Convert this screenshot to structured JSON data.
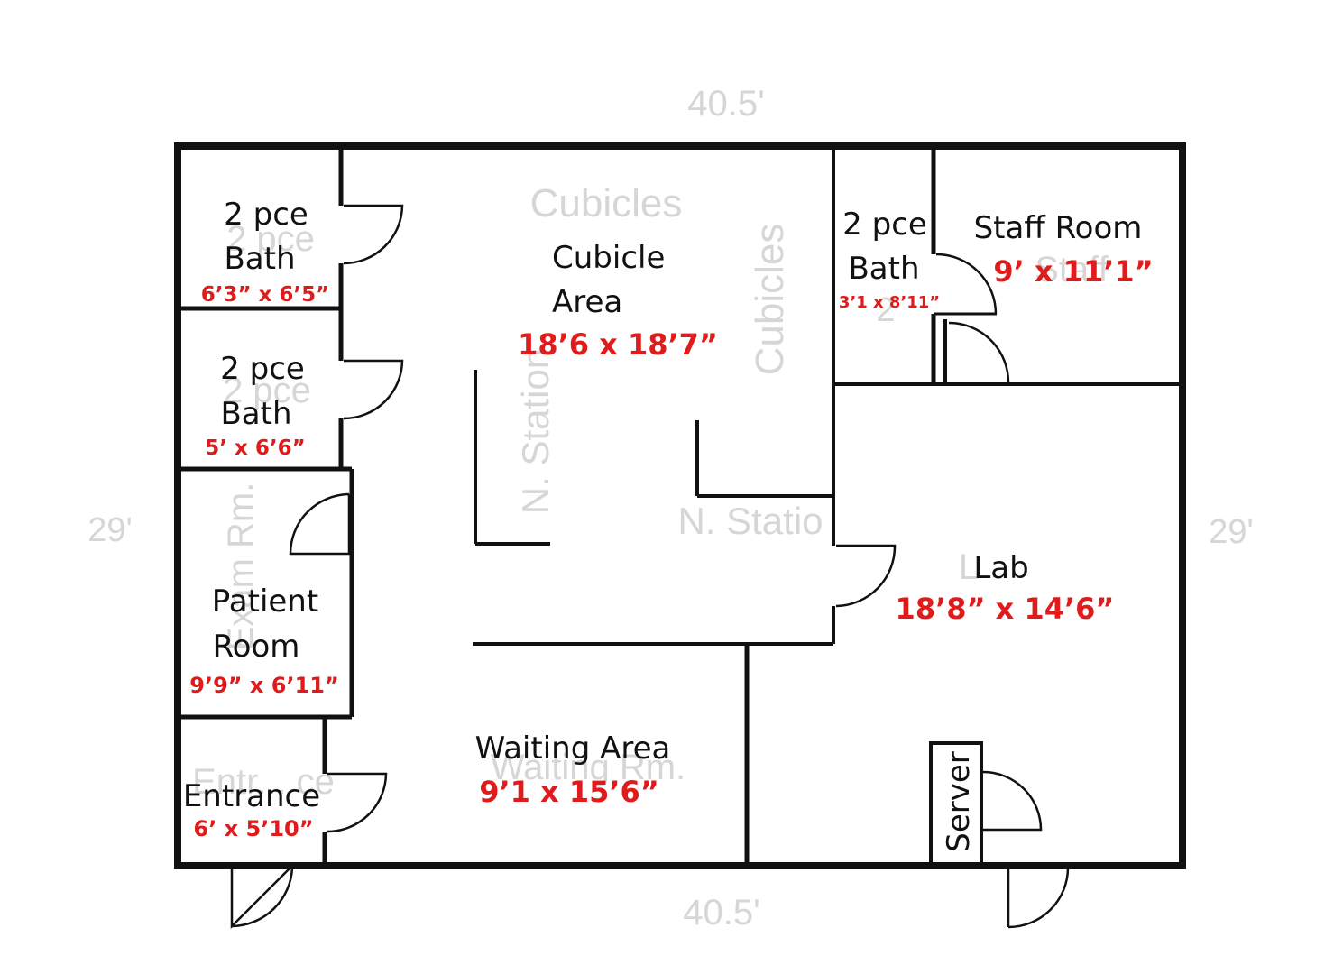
{
  "colors": {
    "wall": "#111111",
    "dimension": "#e01b1b",
    "ghost_label": "#d6d6d6",
    "background": "#ffffff"
  },
  "outer_dimensions": {
    "top": "40.5'",
    "bottom": "40.5'",
    "left": "29'",
    "right": "29'"
  },
  "ghost_labels": {
    "cubicles_top": "Cubicles",
    "cubicles_vertical": "Cubicles",
    "n_station_vertical": "N. Station",
    "n_station_horizontal": "N. Statio",
    "waiting_rm": "Waiting Rm.",
    "entrance": "Entr... ce",
    "bath1": "2 pce",
    "bath2": "2 pce",
    "exam_rm": "Exam Rm.",
    "lab": "L",
    "staff": "Staff",
    "bath3": "2"
  },
  "rooms": {
    "bath1": {
      "name_line1": "2 pce",
      "name_line2": "Bath",
      "size": "6’3” x 6’5”"
    },
    "bath2": {
      "name_line1": "2 pce",
      "name_line2": "Bath",
      "size": "5’ x 6’6”"
    },
    "patient_room": {
      "name_line1": "Patient",
      "name_line2": "Room",
      "size": "9’9” x 6’11”"
    },
    "entrance": {
      "name": "Entrance",
      "size": "6’ x 5’10”"
    },
    "cubicle_area": {
      "name_line1": "Cubicle",
      "name_line2": "Area",
      "size": "18’6 x 18’7”"
    },
    "waiting_area": {
      "name": "Waiting Area",
      "size": "9’1 x 15’6”"
    },
    "bath3": {
      "name_line1": "2 pce",
      "name_line2": "Bath",
      "size": "3’1 x 8’11”"
    },
    "staff_room": {
      "name": "Staff Room",
      "size": "9’ x 11’1”"
    },
    "lab": {
      "name": "Lab",
      "size": "18’8” x 14’6”"
    },
    "server": {
      "name": "Server"
    }
  }
}
